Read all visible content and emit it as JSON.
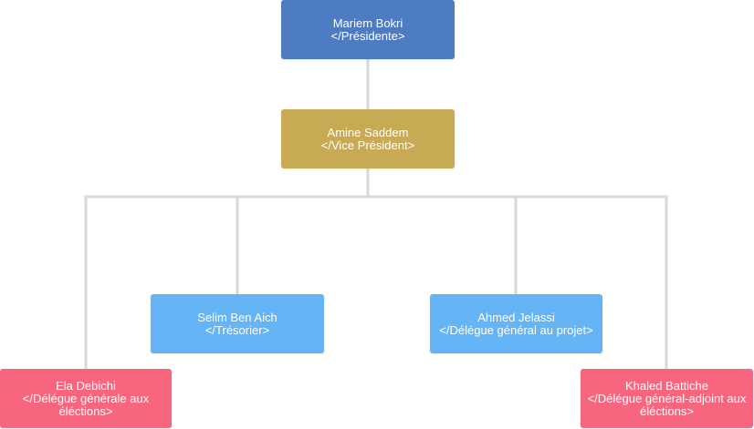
{
  "org_chart": {
    "president": {
      "name": "Mariem Bokri",
      "role": "</Présidente>"
    },
    "vice_president": {
      "name": "Amine Saddem",
      "role": "</Vice Président>"
    },
    "tresorier": {
      "name": "Selim Ben Aich",
      "role": "</Trésorier>"
    },
    "delegue_projet": {
      "name": "Ahmed Jelassi",
      "role": "</Délégue général au projet>"
    },
    "delegue_elections": {
      "name": "Ela Debichi",
      "role": "</Délégue générale aux éléctions>"
    },
    "delegue_adjoint": {
      "name": "Khaled Battiche",
      "role": "</Délégue général-adjoint aux éléctions>"
    }
  },
  "colors": {
    "president": "#4d7cc3",
    "vice_president": "#c9aa54",
    "middle_level": "#65b5f6",
    "bottom_level": "#f8657f",
    "connector": "#d9d9d9"
  }
}
